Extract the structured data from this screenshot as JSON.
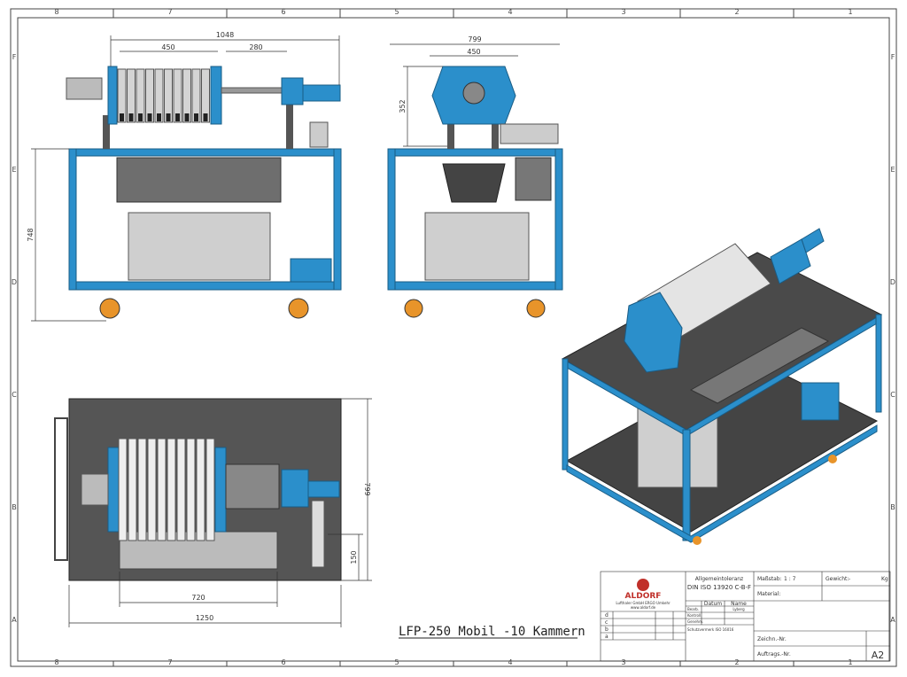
{
  "drawing": {
    "title": "LFP-250 Mobil -10 Kammern",
    "colors": {
      "frame_blue": "#2b8fcb",
      "plate_grey": "#d4d4d4",
      "tray_grey": "#6e6e6e",
      "wheel_orange": "#e8942a"
    },
    "grid_columns": [
      "8",
      "7",
      "6",
      "5",
      "4",
      "3",
      "2",
      "1"
    ],
    "grid_rows": [
      "F",
      "E",
      "D",
      "C",
      "B",
      "A"
    ]
  },
  "front_view": {
    "dims": {
      "overall_width": "1048",
      "plate_pack": "450",
      "stroke": "280",
      "height": "748"
    }
  },
  "side_view": {
    "dims": {
      "width": "799",
      "plate": "450",
      "press_height": "352"
    }
  },
  "top_view": {
    "dims": {
      "inner": "720",
      "overall_length": "1250",
      "depth": "799",
      "offset": "150"
    }
  },
  "title_block": {
    "logo_text": "ALDORF",
    "company_line": "Lufthaler GmbH ERGO Umkehr",
    "website": "www.aldorf.de",
    "tolerance_label": "Allgemeintoleranz",
    "tolerance_std": "DIN ISO 13920 C-B-F",
    "scale_label": "Maßstab:",
    "scale_value": "1 : 7",
    "weight_label": "Gewicht:",
    "weight_value": "-",
    "weight_unit": "Kg",
    "material_label": "Material:",
    "date_header": "Datum",
    "name_header": "Name",
    "rows": [
      "Bearb.",
      "Kontroll.",
      "Genehm."
    ],
    "drawn_by": "Lyberg",
    "revisions": [
      "d",
      "c",
      "b",
      "a"
    ],
    "drawing_no_label": "Zeichn.-Nr.",
    "order_no_label": "Auftrags.-Nr.",
    "sheet_size": "A2",
    "notice": "Schutzvermerk ISO 16016"
  }
}
